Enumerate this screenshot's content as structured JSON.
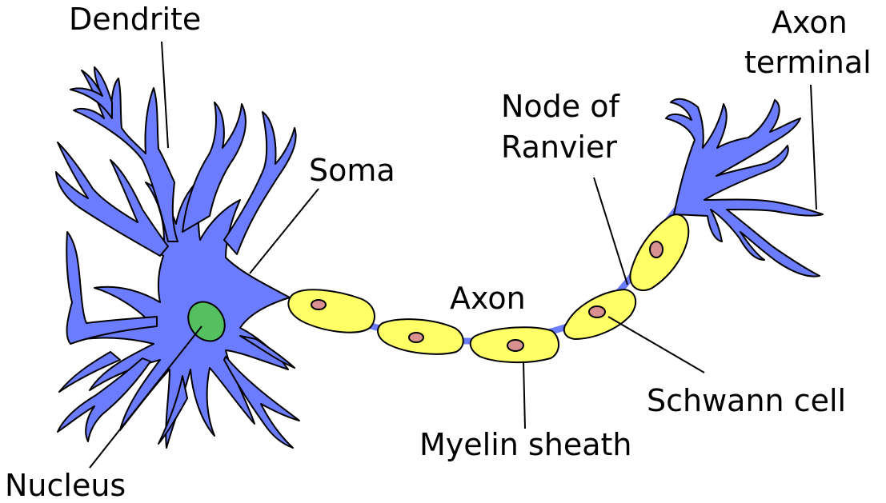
{
  "labels": {
    "dendrite": "Dendrite",
    "soma": "Soma",
    "nucleus": "Nucleus",
    "axon": "Axon",
    "node_of_ranvier_line1": "Node of",
    "node_of_ranvier_line2": "Ranvier",
    "axon_terminal_line1": "Axon",
    "axon_terminal_line2": "terminal",
    "schwann_cell": "Schwann cell",
    "myelin_sheath": "Myelin sheath"
  },
  "colors": {
    "neuron_body": "#6b7cff",
    "nucleus": "#55c060",
    "myelin": "#ffff66",
    "schwann_nucleus": "#d99090",
    "outline": "#000000",
    "label_text": "#000000"
  }
}
